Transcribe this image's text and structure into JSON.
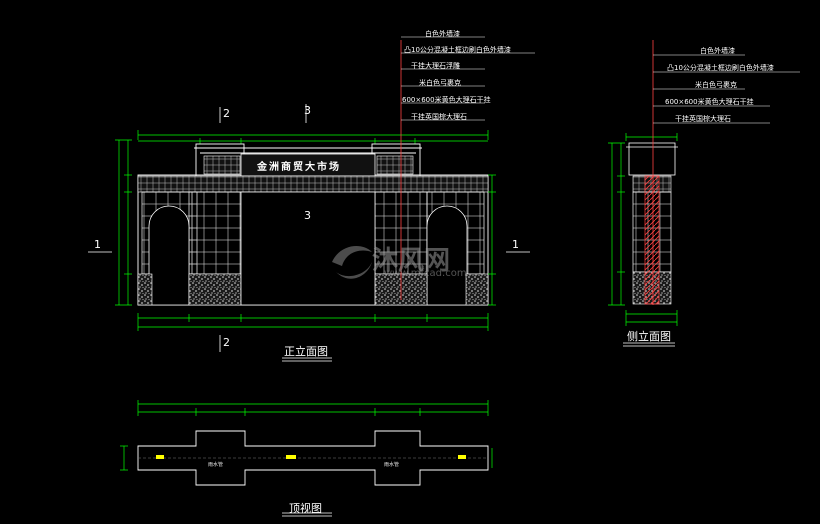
{
  "front_elevation": {
    "title": "正立面图",
    "sign_text": "金洲商贸大市场",
    "section_marks": {
      "left": "1",
      "right": "1",
      "top_a": "2",
      "top_b": "3",
      "bottom": "2",
      "mid": "3"
    },
    "notes": [
      "白色外墙漆",
      "凸10公分混凝土框边刷白色外墙漆",
      "干挂大理石浮雕",
      "米白色弓裹克",
      "600×600米黄色大理石干挂",
      "干挂英国棕大理石"
    ]
  },
  "side_elevation": {
    "title": "侧立面图",
    "notes": [
      "白色外墙漆",
      "凸10公分混凝土框边刷白色外墙漆",
      "米白色弓裹克",
      "600×600米黄色大理石干挂",
      "干挂英国棕大理石"
    ]
  },
  "plan": {
    "title": "顶视图",
    "labels": [
      "雨水管",
      "雨水管"
    ]
  },
  "watermark": {
    "brand": "沐风网",
    "url": "www.mfcad.com"
  },
  "colors": {
    "dim": "#00ff00",
    "line": "#ffffff",
    "leader": "#ff4040",
    "marker": "#ffff00",
    "background": "#000000"
  }
}
